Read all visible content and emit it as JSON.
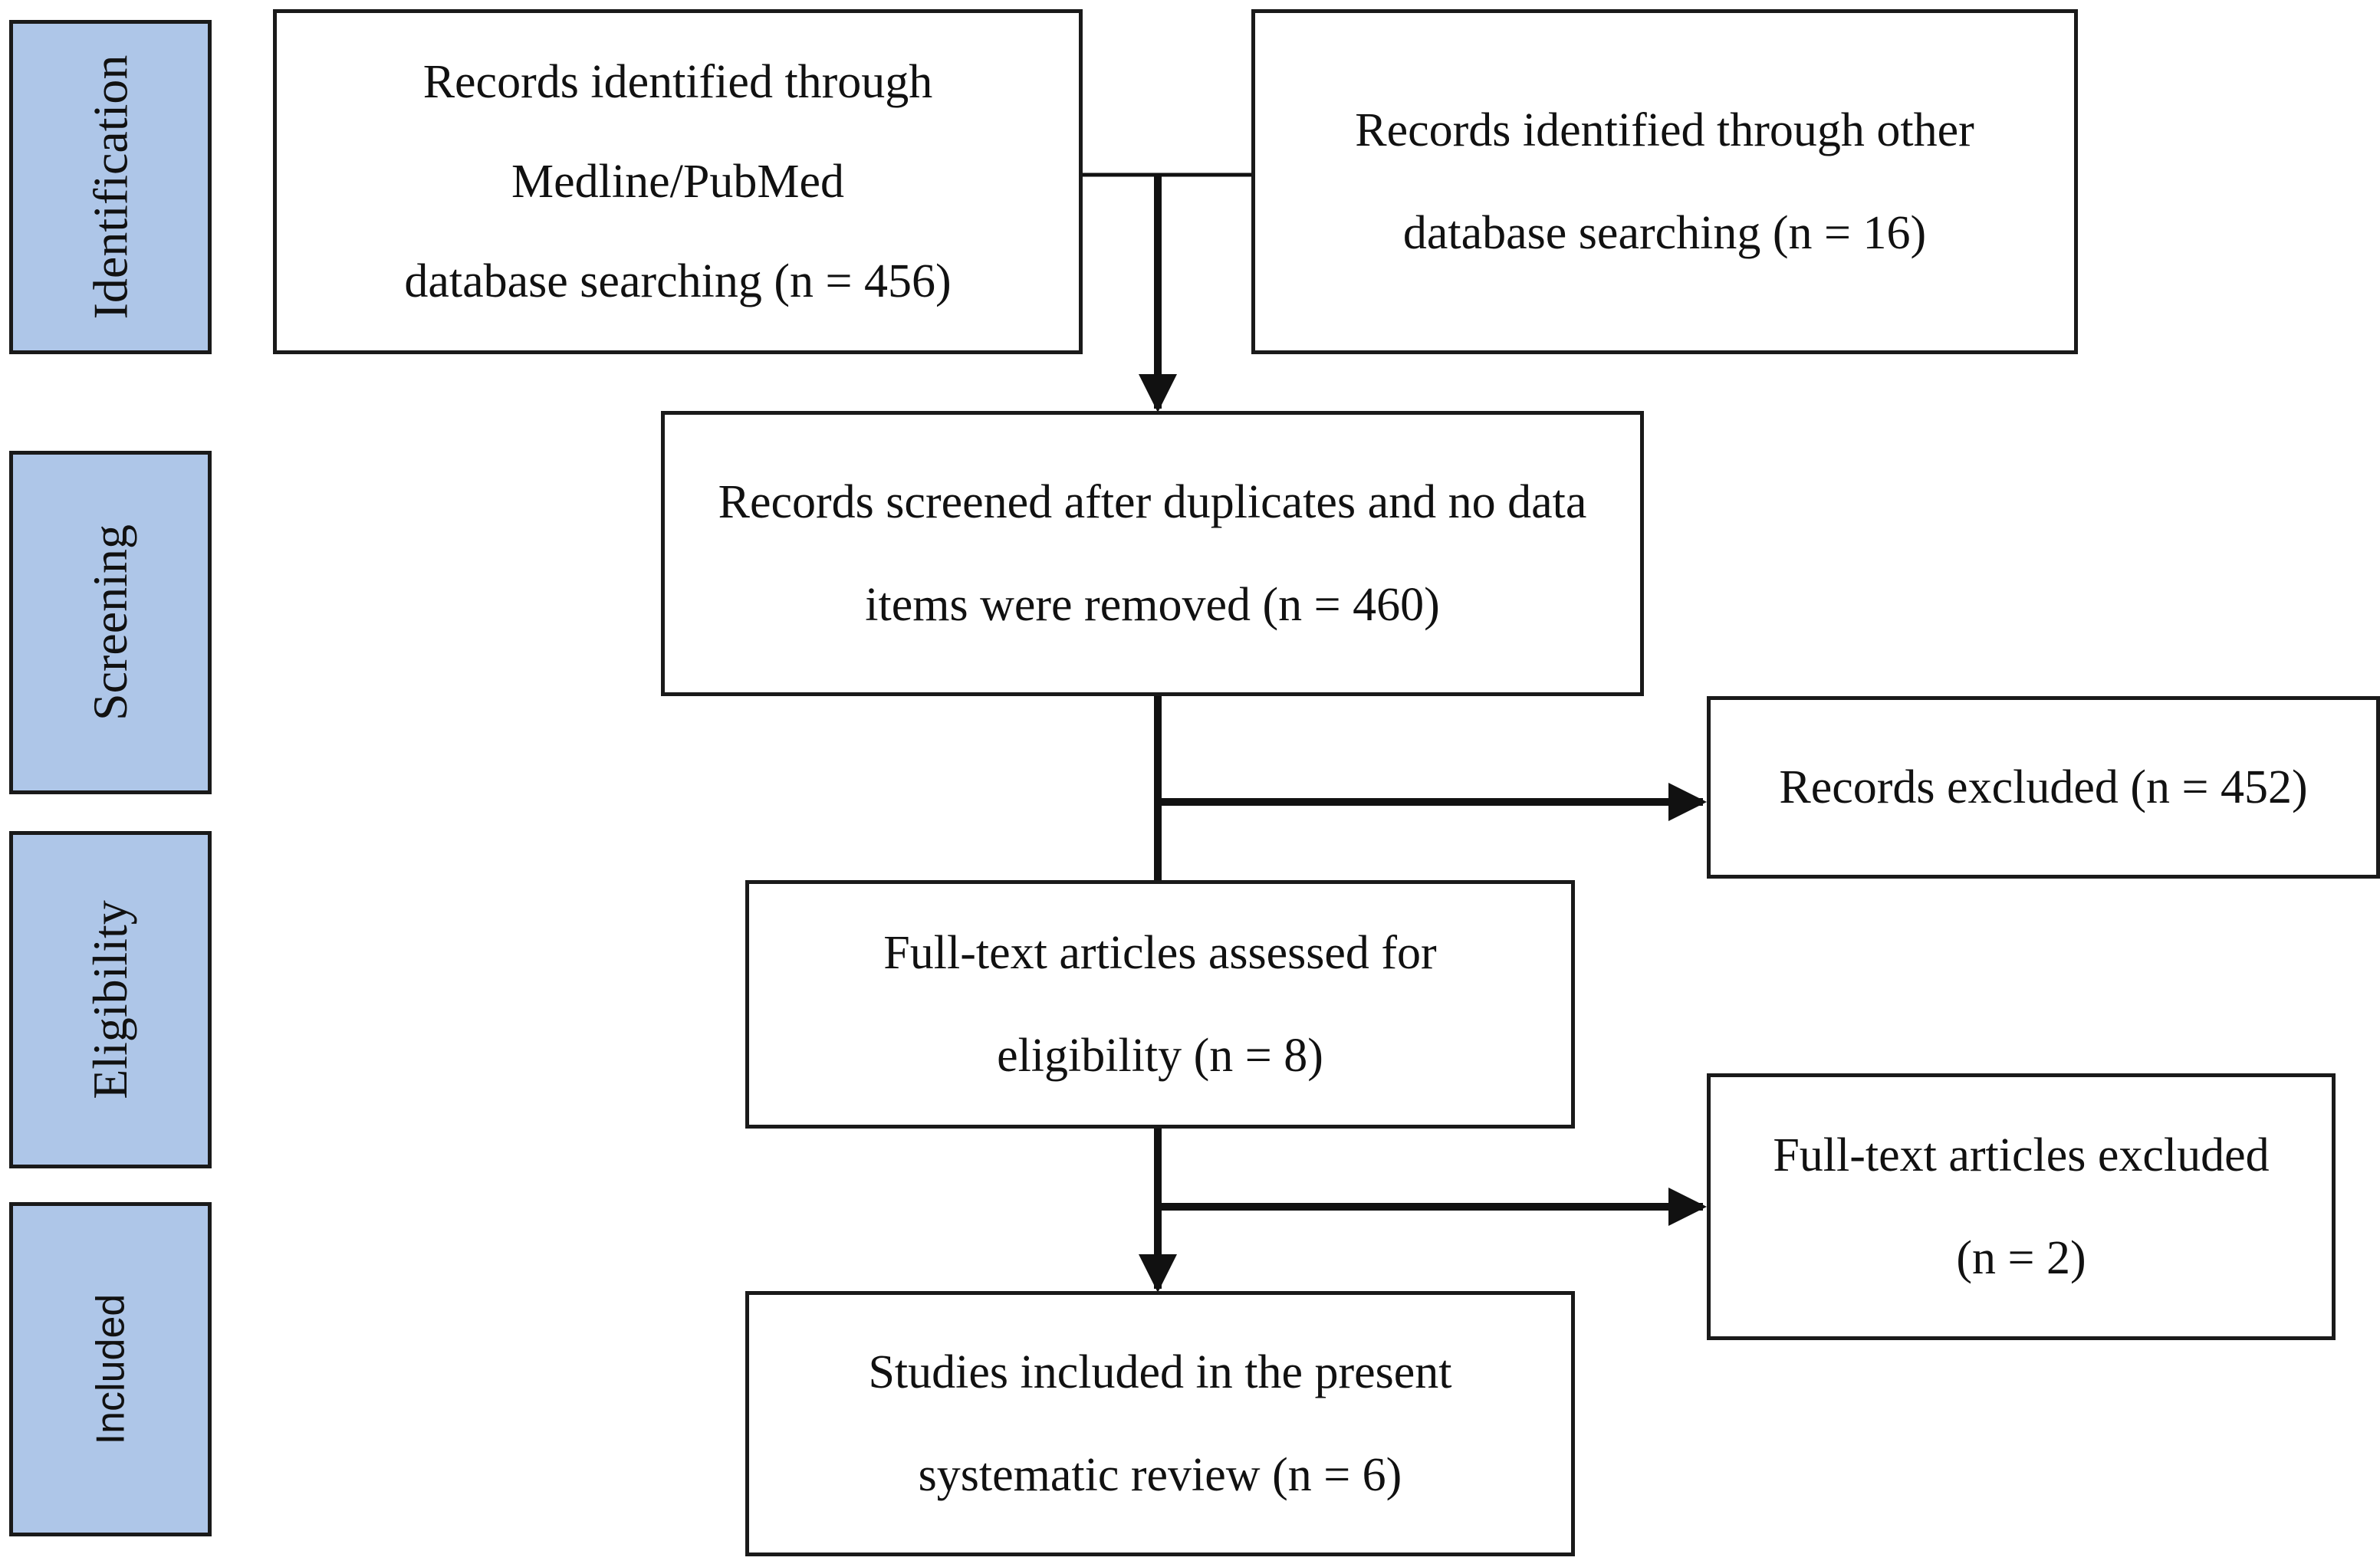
{
  "stages": {
    "identification": "Identification",
    "screening": "Screening",
    "eligibility": "Eligibility",
    "included": "Included"
  },
  "boxes": {
    "medline": [
      "Records identified through",
      "Medline/PubMed",
      "database searching (n = 456)"
    ],
    "other_db": [
      "Records identified through other",
      "database searching (n = 16)"
    ],
    "screened": [
      "Records screened after duplicates and no data",
      "items were removed (n = 460)"
    ],
    "records_excluded": [
      "Records excluded (n = 452)"
    ],
    "full_text_assessed": [
      "Full-text articles assessed for",
      "eligibility (n = 8)"
    ],
    "full_text_excluded": [
      "Full-text articles excluded",
      "(n = 2)"
    ],
    "included_studies": [
      "Studies included in the present",
      "systematic review (n = 6)"
    ]
  },
  "colors": {
    "stage_fill": "#aec6e8",
    "border": "#1a1a1a"
  }
}
